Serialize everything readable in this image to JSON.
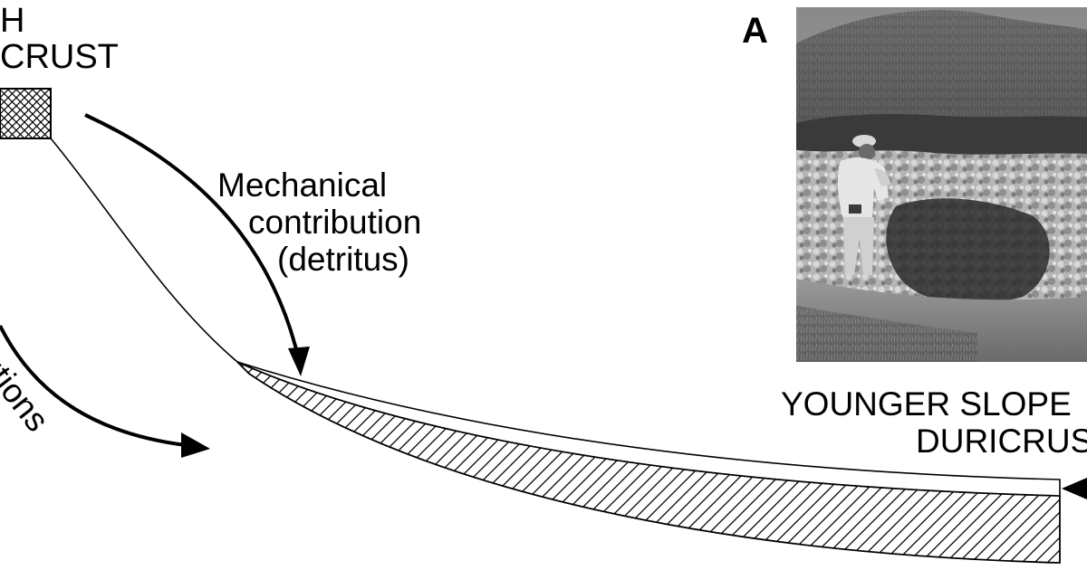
{
  "figure": {
    "panel_letter": "A",
    "top_left_label": {
      "line1": "H",
      "line2": "CRUST"
    },
    "mechanical_label": {
      "line1": "Mechanical",
      "line2": "contribution",
      "line3": "(detritus)"
    },
    "solutions_label": "olutions",
    "younger_label": {
      "line1": "YOUNGER SLOPE",
      "line2": "DURICRUS"
    },
    "colors": {
      "ink": "#000000",
      "background": "#ffffff"
    }
  }
}
